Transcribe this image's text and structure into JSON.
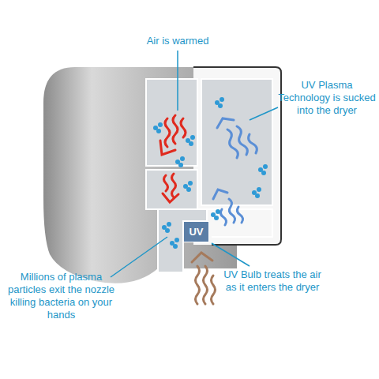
{
  "diagram": {
    "nodes": [
      {
        "text": [
          "UV"
        ]
      }
    ],
    "labels": [
      "Air is warmed",
      "UV Plasma Technology is sucked into the dryer",
      "Millions of plasma particles exit the nozzle killing bacteria on your hands",
      "UV Bulb treats the air as it enters the dryer"
    ]
  }
}
